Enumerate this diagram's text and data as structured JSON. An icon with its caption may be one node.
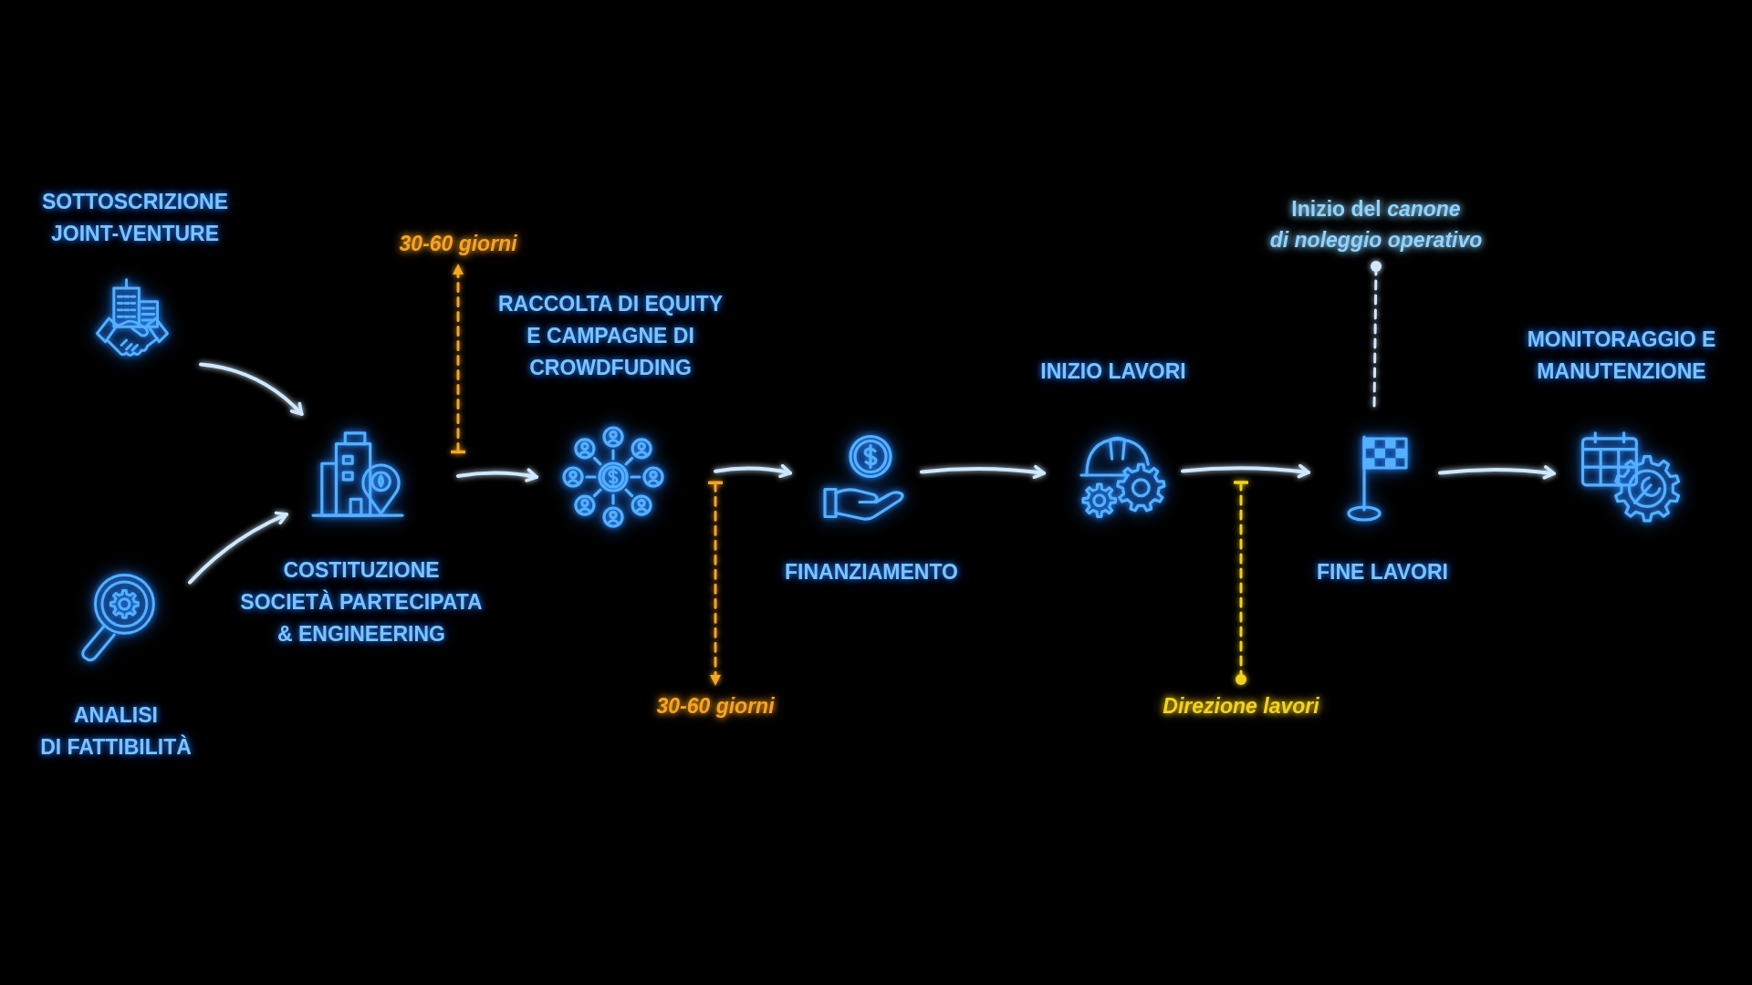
{
  "diagram": {
    "nodes": [
      {
        "text": [
          "SOTTOSCRIZIONE JOINT-VENTURE"
        ]
      },
      {
        "text": [
          "ANALISI DI FATTIBILITÀ"
        ]
      },
      {
        "text": [
          "COSTITUZIONE SOCIETÀ PARTECIPATA & ENGINEERING"
        ]
      },
      {
        "text": [
          "RACCOLTA DI EQUITY E CAMPAGNE DI CROWDFUDING"
        ]
      },
      {
        "text": [
          "FINANZIAMENTO"
        ]
      },
      {
        "text": [
          "INIZIO LAVORI"
        ]
      },
      {
        "text": [
          "FINE LAVORI"
        ]
      },
      {
        "text": [
          "MONITORAGGIO E MANUTENZIONE"
        ]
      },
      {
        "text": [
          "30-60 giorni"
        ]
      },
      {
        "text": [
          "30-60 giorni"
        ]
      },
      {
        "text": [
          "Direzione lavori"
        ]
      },
      {
        "text": [
          "Inizio del *canone di noleggio operativo*"
        ]
      }
    ],
    "edges": [
      {
        "from": 0,
        "to": 2,
        "arrow": "to"
      },
      {
        "from": 1,
        "to": 2,
        "arrow": "to"
      },
      {
        "from": 2,
        "to": 3,
        "arrow": "to"
      },
      {
        "from": 3,
        "to": 4,
        "arrow": "to"
      },
      {
        "from": 4,
        "to": 5,
        "arrow": "to"
      },
      {
        "from": 5,
        "to": 6,
        "arrow": "to"
      },
      {
        "from": 6,
        "to": 7,
        "arrow": "to"
      },
      {
        "from": 2,
        "to": 8,
        "arrow": "to",
        "style": "dashed",
        "color": "#f5a623"
      },
      {
        "from": 3,
        "to": 9,
        "arrow": "to",
        "style": "dashed",
        "color": "#f5a623"
      },
      {
        "from": 10,
        "to": null,
        "arrow": "other",
        "style": "dashed",
        "color": "#f2d11b"
      },
      {
        "from": 11,
        "to": 6,
        "arrow": "other",
        "style": "dashed"
      }
    ]
  }
}
